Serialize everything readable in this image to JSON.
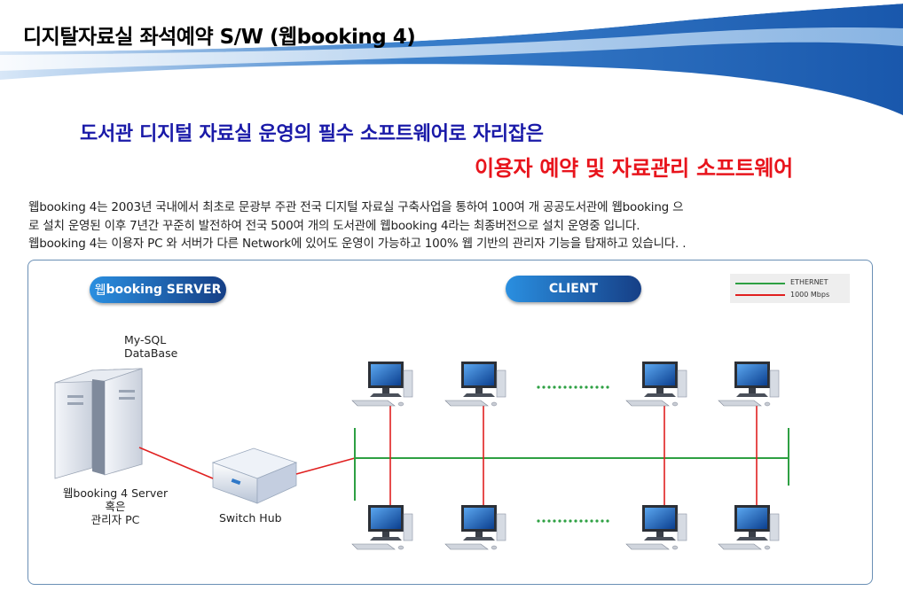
{
  "header": {
    "title": "디지탈자료실 좌석예약 S/W (웹booking 4)"
  },
  "headline": {
    "line1": "도서관 디지털 자료실 운영의 필수 소프트웨어로 자리잡은",
    "line2": "이용자 예약 및 자료관리 소프트웨어"
  },
  "description": [
    "웹booking 4는 2003년 국내에서 최초로 문광부 주관 전국 디지털 자료실 구축사업을 통하여 100여 개 공공도서관에 웹booking 으",
    "로 설치 운영된 이후 7년간 꾸준히 발전하여 전국 500여 개의 도서관에 웹booking 4라는 최종버전으로  설치 운영중 입니다.",
    "웹booking 4는 이용자 PC 와  서버가 다른 Network에 있어도 운영이 가능하고 100% 웹 기반의 관리자 기능을 탑재하고 있습니다. ."
  ],
  "diagram": {
    "server_pill": {
      "prefix": "웹",
      "label": "booking SERVER"
    },
    "client_pill": "CLIENT",
    "legend": [
      {
        "label": "ETHERNET",
        "color": "#2ea043"
      },
      {
        "label": "1000 Mbps",
        "color": "#e02020"
      }
    ],
    "mysql_label": [
      "My-SQL",
      "DataBase"
    ],
    "server_label": [
      "웹booking 4 Server",
      "혹은",
      "관리자 PC"
    ],
    "switch_label": "Switch Hub",
    "colors": {
      "ethernet": "#2ea043",
      "gigabit": "#e02020",
      "pill_start": "#2a8fe0",
      "pill_end": "#163f86",
      "frame": "#6a8fb5"
    }
  }
}
